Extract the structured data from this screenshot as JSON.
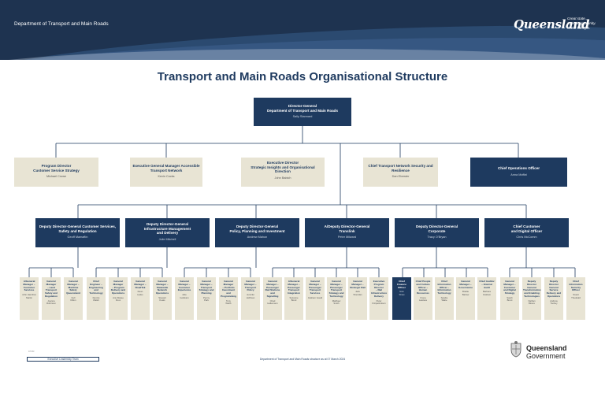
{
  "header": {
    "department": "Department of Transport and Main Roads",
    "brand": "Queensland",
    "tagline": [
      "Great state.",
      "Great opportunity.",
      "Great lifestyle."
    ]
  },
  "title": "Transport and Main Roads Organisational Structure",
  "director_general": {
    "title": "Director-General\nDepartment of Transport and Main Roads",
    "name": "Sally Stannard"
  },
  "level1": [
    {
      "title": "Program Director\nCustomer Service Strategy",
      "name": "Michael Crowe"
    },
    {
      "title": "Executive General Manager Accessible\nTransport Network",
      "name": "Kevin Cocks"
    },
    {
      "title": "Executive Director\nStrategic Insights and Organisational\nDirection",
      "name": "John Babich"
    },
    {
      "title": "Chief Transport Network Security and\nResilience",
      "name": "Dan Elvester"
    },
    {
      "title": "Chief Operations Officer",
      "name": "Anna Moffat"
    }
  ],
  "level2": [
    {
      "title": "Deputy Director-General Customer Services,\nSafety and Regulation",
      "name": "Geoff Mamaftin"
    },
    {
      "title": "Deputy Director-General\nInfrastructure Management\nand Delivery",
      "name": "Julie Mitchell"
    },
    {
      "title": "Deputy Director-General\nPolicy, Planning and Investment",
      "name": "Andrew Mahon"
    },
    {
      "title": "A/Deputy Director-General\nTranslink",
      "name": "Peter Milward"
    },
    {
      "title": "Deputy Director-General\nCorporate",
      "name": "Tracy O'Bryan"
    },
    {
      "title": "Chief Customer\nand Digital Officer",
      "name": "Chris McComm"
    }
  ],
  "level3": [
    [
      {
        "title": "A/General\nManager –\nCustomer\nServices",
        "name": "John Hamilton\nMartin"
      },
      {
        "title": "General\nManager\n– Land\nTransport\nSafety and\nRegulation",
        "name": "Joanna\nRobinson"
      },
      {
        "title": "General\nManager –\nMaritime\nSafety\nQueensland",
        "name": "Kell\nDillon"
      }
    ],
    [
      {
        "title": "Chief\nEngineer –\nEngineering\nand\nTechnology",
        "name": "Dennis\nWalsh"
      },
      {
        "title": "General\nManager\n– Program\nDelivery and\nOperations",
        "name": "Ann-Maree\nKnox"
      },
      {
        "title": "General\nManager –\nRoadTek",
        "name": "Dean\nHeiko"
      },
      {
        "title": "General\nManager –\nStatewide\nNetwork\nOperations",
        "name": "Stewart\nKeats"
      }
    ],
    [
      {
        "title": "General\nManager –\nCustomer\nExperience",
        "name": "Julie\nGoldston"
      },
      {
        "title": "General\nManager –\nTransport\nStrategy and\nPlanning",
        "name": "Penny\nPark"
      },
      {
        "title": "General\nManager\n– Portfolio\nInvestment\nand\nProgramming",
        "name": "Tony\nWebb"
      },
      {
        "title": "General\nManager –\nTransport\nPolicy",
        "name": "Jennifer\nHoffman"
      }
    ],
    [
      {
        "title": "General\nManager –\nPassenger\nRail Stations\nand\nSignalling",
        "name": "Chad\nHellemann"
      },
      {
        "title": "A/General\nManager –\nPassenger\nTransport\nIntegration",
        "name": "Suzanne\nBond"
      },
      {
        "title": "General\nManager –\nPassenger\nTransport\nServices",
        "name": "Graham Gould"
      },
      {
        "title": "General\nManager –\nPassenger\nTransport\nStrategy and\nTechnology",
        "name": "Matthew\nSmith"
      },
      {
        "title": "General\nManager –\nStrategic Rail",
        "name": "Jack\nSheridan"
      },
      {
        "title": "Executive\nProgram\nDirector\n– Rail\nInfrastructure\nDelivery",
        "name": "Peter\nFitzpatrickson"
      }
    ],
    [
      {
        "title": "Chief\nFinance\nOfficer",
        "name": "Nick\nShaw"
      },
      {
        "title": "Chief People\nand Culture\nOfficer –\nHuman\nResources",
        "name": "Fiona\nLawless"
      },
      {
        "title": "Chief\nInformation\nOfficer –\nInformation\nTechnology",
        "name": "Sandie\nWaite"
      },
      {
        "title": "General\nManager –\nGovernance",
        "name": "Bradie\nBarlow"
      },
      {
        "title": "Chief Auditor\n– Internal\nAudit",
        "name": "Barbara\nGraham"
      }
    ],
    [
      {
        "title": "General\nManager –\nCustomer\nand Digital\nStrategy",
        "name": "Sarah\nBrent"
      },
      {
        "title": "Deputy\nDirector\nGeneral\nTransformation\nand Enabling\nTechnologies",
        "name": "Nathan\nBloore"
      },
      {
        "title": "Deputy\nDirector\nGeneral\nService\nDelivery and\nOperations",
        "name": "Andrew\nToohey"
      },
      {
        "title": "Chief\nInformation\nSecurity\nOfficer",
        "name": "Stuart\nTheobald"
      }
    ]
  ],
  "footer": {
    "legend": "Executive Leadership Team",
    "small": "DTMR",
    "note": "Department of Transport and Main Roads structure as at 07 March 2024",
    "brand": "Queensland",
    "gov": "Government"
  }
}
